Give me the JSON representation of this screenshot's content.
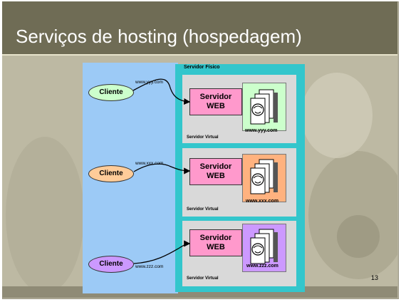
{
  "slide": {
    "title": "Serviços de hosting (hospedagem)",
    "page_number": "13"
  },
  "diagram": {
    "physical_server_label": "Servidor Físico",
    "virtual_servers": [
      {
        "label": "Servidor Virtual",
        "server_label": "Servidor WEB",
        "site_label": "www.yyy.com",
        "site_color": "#ccffcc"
      },
      {
        "label": "Servidor Virtual",
        "server_label": "Servidor WEB",
        "site_label": "www.xxx.com",
        "site_color": "#ffb27f"
      },
      {
        "label": "Servidor Virtual",
        "server_label": "Servidor WEB",
        "site_label": "www.zzz.com",
        "site_color": "#cc99ff"
      }
    ],
    "clients": [
      {
        "label": "Cliente",
        "url": "www.yyy.com",
        "color": "#ccffcc"
      },
      {
        "label": "Cliente",
        "url": "www.xxx.com",
        "color": "#ffcc99"
      },
      {
        "label": "Cliente",
        "url": "www.zzz.com",
        "color": "#cc99ff"
      }
    ]
  }
}
